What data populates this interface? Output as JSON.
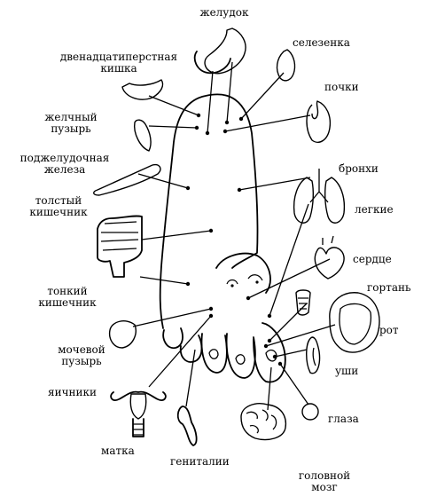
{
  "labels": {
    "stomach": "желудок",
    "duodenum_1": "двенадцатиперстная",
    "duodenum_2": "кишка",
    "spleen": "селезенка",
    "kidneys": "почки",
    "gallbladder_1": "желчный",
    "gallbladder_2": "пузырь",
    "pancreas_1": "поджелудочная",
    "pancreas_2": "железа",
    "bronchi": "бронхи",
    "large_intestine_1": "толстый",
    "large_intestine_2": "кишечник",
    "lungs": "легкие",
    "heart": "сердце",
    "small_intestine_1": "тонкий",
    "small_intestine_2": "кишечник",
    "larynx": "гортань",
    "mouth": "рот",
    "bladder_1": "мочевой",
    "bladder_2": "пузырь",
    "ears": "уши",
    "ovaries": "яичники",
    "eyes": "глаза",
    "uterus": "матка",
    "genitals": "гениталии",
    "brain_1": "головной",
    "brain_2": "мозг"
  },
  "colors": {
    "ink": "#000000",
    "paper": "#ffffff"
  }
}
